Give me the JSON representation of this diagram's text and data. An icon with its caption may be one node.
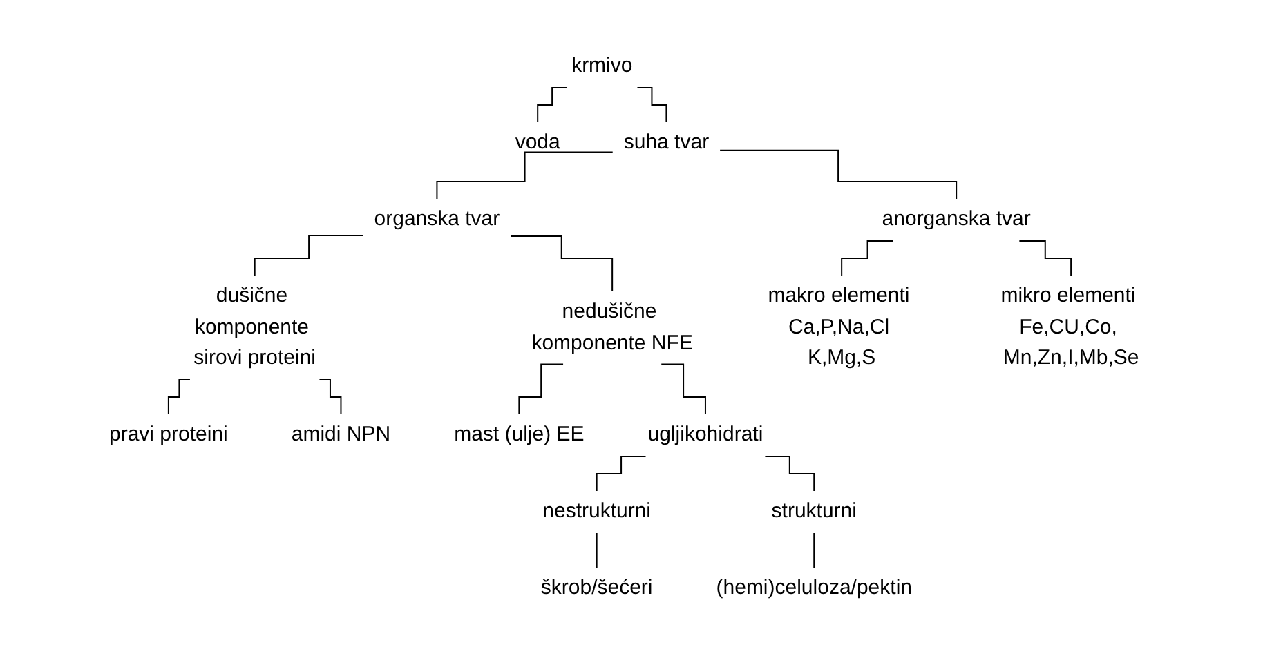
{
  "diagram": {
    "nodes": [
      {
        "text": [
          "krmivo"
        ]
      },
      {
        "text": [
          "voda"
        ]
      },
      {
        "text": [
          "suha tvar"
        ]
      },
      {
        "text": [
          "organska tvar"
        ]
      },
      {
        "text": [
          "anorganska tvar"
        ]
      },
      {
        "text": [
          "dušične komponente sirovi proteini"
        ]
      },
      {
        "text": [
          "nedušične komponente NFE"
        ]
      },
      {
        "text": [
          "makro elementi Ca,P,Na,Cl K,Mg,S"
        ]
      },
      {
        "text": [
          "mikro elementi Fe,CU,Co, Mn,Zn,I,Mb,Se"
        ]
      },
      {
        "text": [
          "pravi proteini"
        ]
      },
      {
        "text": [
          "amidi NPN"
        ]
      },
      {
        "text": [
          "mast (ulje) EE"
        ]
      },
      {
        "text": [
          "ugljikohidrati"
        ]
      },
      {
        "text": [
          "nestrukturni"
        ]
      },
      {
        "text": [
          "strukturni"
        ]
      },
      {
        "text": [
          "škrob/šećeri"
        ]
      },
      {
        "text": [
          "(hemi)celuloza/pektin"
        ]
      }
    ],
    "edges": [
      {
        "from": 0,
        "to": 1,
        "arrow": "none"
      },
      {
        "from": 0,
        "to": 2,
        "arrow": "none"
      },
      {
        "from": 2,
        "to": 3,
        "arrow": "none"
      },
      {
        "from": 2,
        "to": 4,
        "arrow": "none"
      },
      {
        "from": 3,
        "to": 5,
        "arrow": "none"
      },
      {
        "from": 3,
        "to": 6,
        "arrow": "none"
      },
      {
        "from": 4,
        "to": 7,
        "arrow": "none"
      },
      {
        "from": 4,
        "to": 8,
        "arrow": "none"
      },
      {
        "from": 5,
        "to": 9,
        "arrow": "none"
      },
      {
        "from": 5,
        "to": 10,
        "arrow": "none"
      },
      {
        "from": 6,
        "to": 11,
        "arrow": "none"
      },
      {
        "from": 6,
        "to": 12,
        "arrow": "none"
      },
      {
        "from": 12,
        "to": 13,
        "arrow": "none"
      },
      {
        "from": 12,
        "to": 14,
        "arrow": "none"
      },
      {
        "from": 13,
        "to": 15,
        "arrow": "none"
      },
      {
        "from": 14,
        "to": 16,
        "arrow": "none"
      }
    ]
  }
}
